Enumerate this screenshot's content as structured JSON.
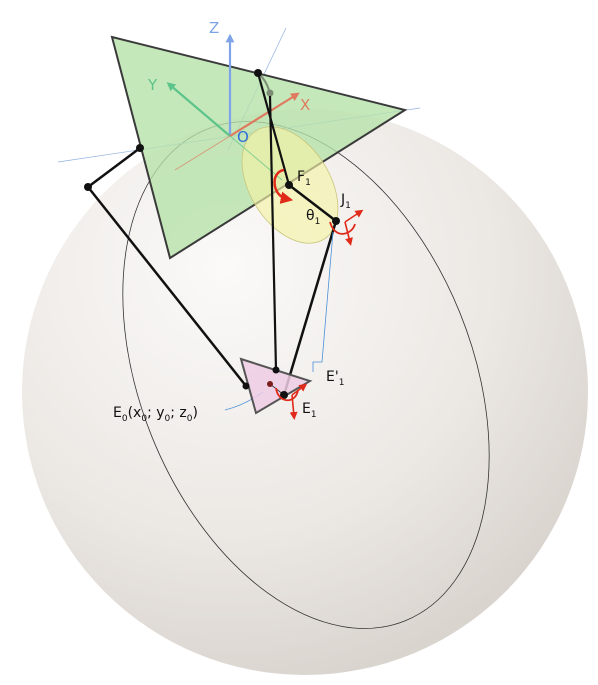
{
  "diagram": {
    "axes": {
      "z": {
        "label": "Z",
        "color": "#7fa3e8"
      },
      "y": {
        "label": "Y",
        "color": "#5cc48a"
      },
      "x": {
        "label": "X",
        "color": "#e07a5f"
      },
      "origin": {
        "label": "O",
        "color": "#2f6fd8"
      }
    },
    "labels": {
      "f1": {
        "main": "F",
        "sub": "1"
      },
      "j1": {
        "main": "J",
        "sub": "1"
      },
      "theta1": {
        "main": "θ",
        "sub": "1"
      },
      "e1": {
        "main": "E",
        "sub": "1"
      },
      "e1_prime": {
        "main": "E'",
        "sub": "1"
      },
      "e0": {
        "main": "E",
        "sub": "0",
        "coords_open": "(x",
        "x_sub": "0",
        "sep1": "; y",
        "y_sub": "0",
        "sep2": "; z",
        "z_sub": "0",
        "close": ")"
      }
    },
    "colors": {
      "base_fill": "#b5e2a8",
      "base_stroke": "#3a3a3a",
      "sphere": "#e6e1dc",
      "ellipse_fill": "#f4f2a6",
      "effector_fill": "#efcde4",
      "rotation_red": "#e02a1a",
      "projection_blue": "#4a90d9"
    }
  }
}
